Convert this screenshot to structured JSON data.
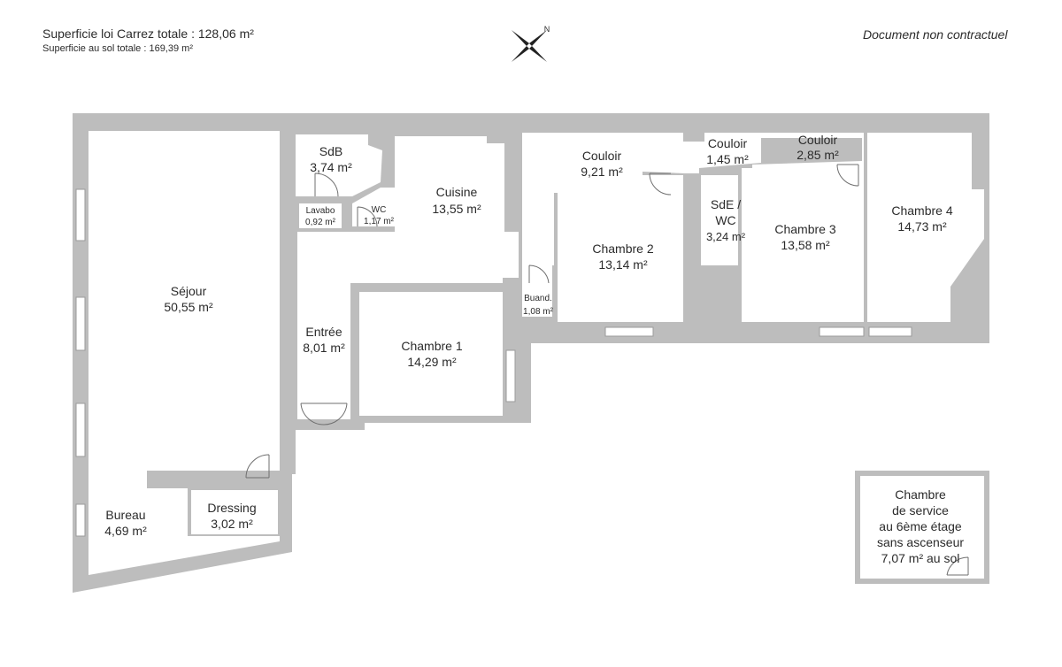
{
  "header": {
    "carrez": "Superficie loi Carrez totale :  128,06 m²",
    "sol": "Superficie au sol totale :  169,39 m²",
    "disclaimer": "Document non contractuel"
  },
  "compass": {
    "icon": "compass-rose-icon",
    "north_label": "N"
  },
  "colors": {
    "wall": "#bdbdbd",
    "room": "#ffffff",
    "text": "#2b2b2b"
  },
  "rooms": {
    "sejour": {
      "name": "Séjour",
      "area": "50,55 m²"
    },
    "entree": {
      "name": "Entrée",
      "area": "8,01 m²"
    },
    "sdb": {
      "name": "SdB",
      "area": "3,74 m²"
    },
    "lavabo": {
      "name": "Lavabo",
      "area": "0,92 m²"
    },
    "wc": {
      "name": "WC",
      "area": "1,17 m²"
    },
    "cuisine": {
      "name": "Cuisine",
      "area": "13,55 m²"
    },
    "chambre1": {
      "name": "Chambre 1",
      "area": "14,29 m²"
    },
    "buanderie": {
      "name": "Buand.",
      "area": "1,08 m²"
    },
    "couloir1": {
      "name": "Couloir",
      "area": "9,21 m²"
    },
    "couloir2": {
      "name": "Couloir",
      "area": "1,45 m²"
    },
    "couloir3": {
      "name": "Couloir",
      "area": "2,85 m²"
    },
    "chambre2": {
      "name": "Chambre 2",
      "area": "13,14 m²"
    },
    "sde_wc": {
      "name": "SdE /",
      "name2": "WC",
      "area": "3,24 m²"
    },
    "chambre3": {
      "name": "Chambre 3",
      "area": "13,58 m²"
    },
    "chambre4": {
      "name": "Chambre 4",
      "area": "14,73 m²"
    },
    "bureau": {
      "name": "Bureau",
      "area": "4,69 m²"
    },
    "dressing": {
      "name": "Dressing",
      "area": "3,02 m²"
    }
  },
  "service_room": {
    "lines": [
      "Chambre",
      "de service",
      "au 6ème étage",
      "sans ascenseur",
      "7,07 m² au sol"
    ]
  }
}
